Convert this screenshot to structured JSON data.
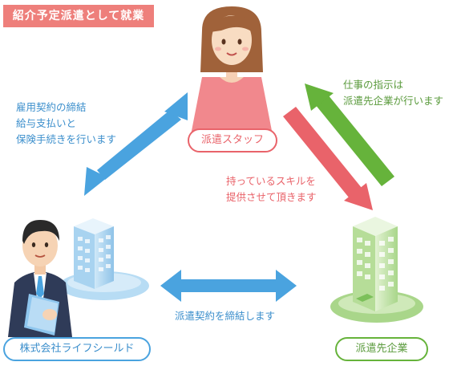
{
  "title": "紹介予定派遣として就業",
  "nodes": {
    "staff": "派遣スタッフ",
    "agency": "株式会社ライフシールド",
    "client": "派遣先企業"
  },
  "notes": {
    "agency_to_staff": [
      "雇用契約の締結",
      "給与支払いと",
      "保険手続きを行います"
    ],
    "staff_to_client": [
      "持っているスキルを",
      "提供させて頂きます"
    ],
    "client_to_staff": [
      "仕事の指示は",
      "派遣先企業が行います"
    ],
    "agency_client": "派遣契約を締結します"
  },
  "colors": {
    "title_bg": "#ee7f7b",
    "blue_arrow": "#4aa3df",
    "red_arrow": "#e9636a",
    "green_arrow": "#66b33b",
    "agency_pill": "#4aa3df",
    "staff_pill": "#e9636a",
    "client_pill": "#66b33b"
  }
}
